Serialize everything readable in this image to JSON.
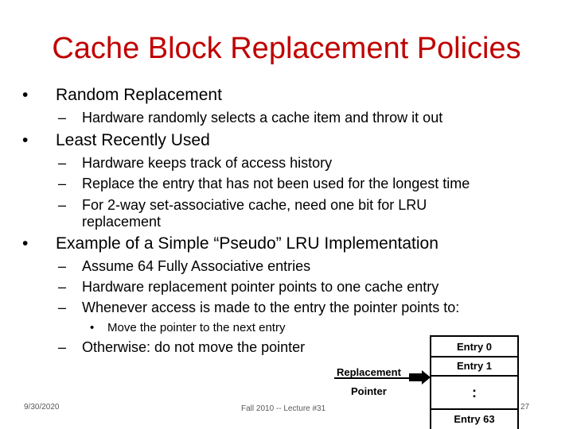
{
  "slide": {
    "title": "Cache Block Replacement Policies",
    "bullet1": "Random Replacement",
    "bullet1_sub1": "Hardware randomly selects a cache item and throw it out",
    "bullet2": "Least Recently Used",
    "bullet2_sub1": "Hardware keeps track of access history",
    "bullet2_sub2": "Replace the entry that has not been used for the longest time",
    "bullet2_sub3_line1": "For 2-way set-associative cache, need one bit for LRU",
    "bullet2_sub3_line2": "replacement",
    "bullet3": "Example of a Simple “Pseudo” LRU Implementation",
    "bullet3_sub1": "Assume 64 Fully Associative entries",
    "bullet3_sub2": "Hardware replacement pointer points to one cache entry",
    "bullet3_sub3": "Whenever access is made to the entry the pointer points to:",
    "bullet3_sub3_sub1": "Move the pointer to the next entry",
    "bullet3_sub4": "Otherwise: do not move the pointer",
    "bullet_marker": "•",
    "dash_marker": "–"
  },
  "diagram": {
    "replacement_label": "Replacement",
    "pointer_label": "Pointer",
    "entry0": "Entry 0",
    "entry1": "Entry 1",
    "ellipsis": ":",
    "entry63": "Entry  63"
  },
  "footer": {
    "date": "9/30/2020",
    "lecture": "Fall 2010 -- Lecture #31",
    "page": "27"
  }
}
